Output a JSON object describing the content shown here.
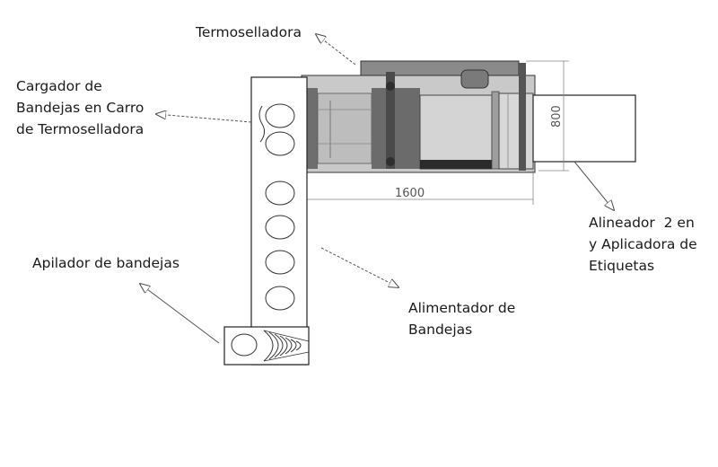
{
  "labels": {
    "termoselladora": "Termoselladora",
    "cargador": [
      "Cargador de",
      "Bandejas en Carro",
      "de Termoselladora"
    ],
    "alineador": [
      "Alineador  2 en",
      "y Aplicadora de",
      "Etiquetas"
    ],
    "apilador": "Apilador de bandejas",
    "alimentador": [
      "Alimentador de",
      "Bandejas"
    ]
  },
  "dimensions": {
    "length": "1600",
    "width": "800"
  },
  "colors": {
    "machine_dark": "#6e6e6e",
    "machine_mid": "#9a9a9a",
    "machine_light": "#c8c8c8",
    "outline": "#222222",
    "arrow": "#444444"
  }
}
